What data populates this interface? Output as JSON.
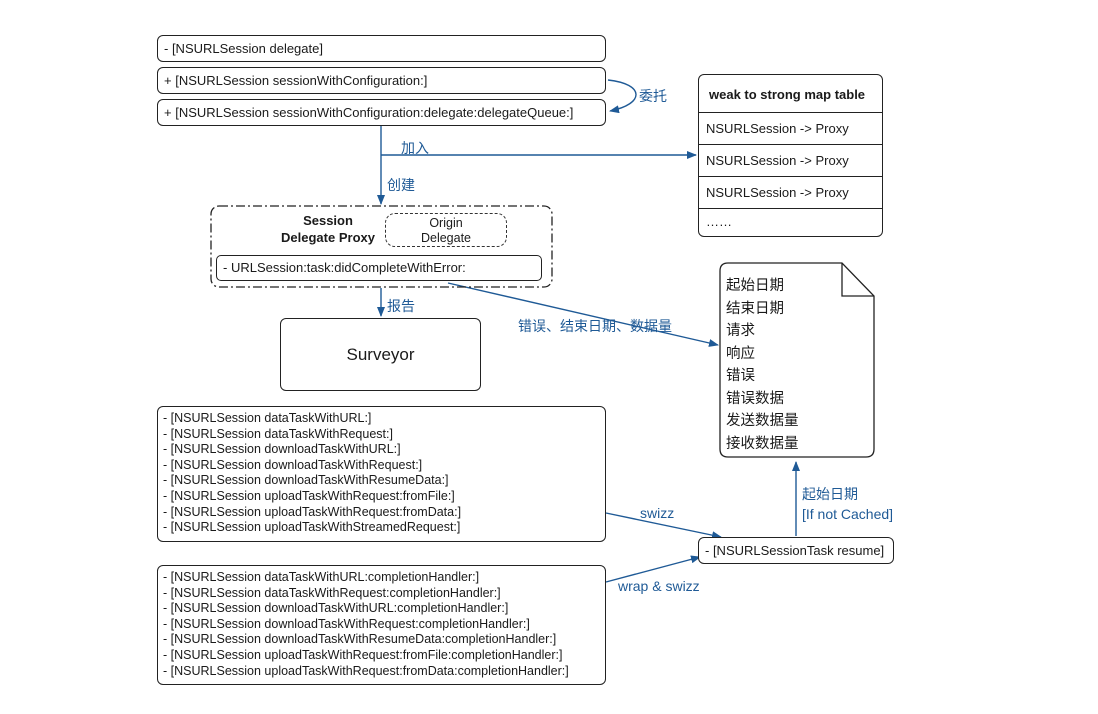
{
  "top_methods": {
    "delegate": "- [NSURLSession delegate]",
    "session_with_config": "+ [NSURLSession sessionWithConfiguration:]",
    "session_with_config_delegate": "+ [NSURLSession sessionWithConfiguration:delegate:delegateQueue:]"
  },
  "map_table": {
    "title": "weak to strong map table",
    "rows": [
      "NSURLSession -> Proxy",
      "NSURLSession -> Proxy",
      "NSURLSession -> Proxy",
      "……"
    ]
  },
  "proxy": {
    "title_line1": "Session",
    "title_line2": "Delegate Proxy",
    "origin_line1": "Origin",
    "origin_line2": "Delegate",
    "callback": "- URLSession:task:didCompleteWithError:"
  },
  "surveyor": {
    "label": "Surveyor"
  },
  "record_doc": {
    "fields": [
      "起始日期",
      "结束日期",
      "请求",
      "响应",
      "错误",
      "错误数据",
      "发送数据量",
      "接收数据量"
    ]
  },
  "task_methods": [
    "- [NSURLSession dataTaskWithURL:]",
    "- [NSURLSession dataTaskWithRequest:]",
    "- [NSURLSession downloadTaskWithURL:]",
    "- [NSURLSession downloadTaskWithRequest:]",
    "- [NSURLSession downloadTaskWithResumeData:]",
    "- [NSURLSession uploadTaskWithRequest:fromFile:]",
    "- [NSURLSession uploadTaskWithRequest:fromData:]",
    "- [NSURLSession uploadTaskWithStreamedRequest:]"
  ],
  "handler_methods": [
    "- [NSURLSession dataTaskWithURL:completionHandler:]",
    "- [NSURLSession dataTaskWithRequest:completionHandler:]",
    "- [NSURLSession downloadTaskWithURL:completionHandler:]",
    "- [NSURLSession downloadTaskWithRequest:completionHandler:]",
    "- [NSURLSession downloadTaskWithResumeData:completionHandler:]",
    "- [NSURLSession uploadTaskWithRequest:fromFile:completionHandler:]",
    "- [NSURLSession uploadTaskWithRequest:fromData:completionHandler:]"
  ],
  "resume": {
    "label": "- [NSURLSessionTask resume]"
  },
  "edges": {
    "delegate": "委托",
    "add": "加入",
    "create": "创建",
    "report": "报告",
    "error_end": "错误、结束日期、数据量",
    "swizz": "swizz",
    "wrap_swizz": "wrap & swizz",
    "start_date": "起始日期",
    "if_not_cached": "[If not Cached]"
  },
  "colors": {
    "arrow": "#1f5a96",
    "stroke": "#222222"
  }
}
